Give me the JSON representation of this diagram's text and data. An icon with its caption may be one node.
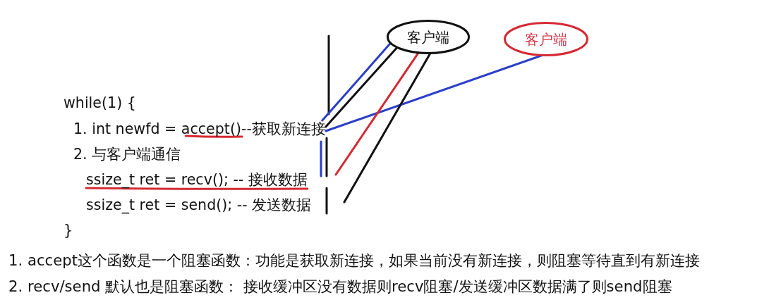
{
  "diagram": {
    "nodes": [
      {
        "text": [
          "客户端"
        ]
      },
      {
        "text": [
          "客户端"
        ]
      },
      {
        "text": [
          "1. int newfd = accept()--获取新连接"
        ]
      }
    ],
    "edges": [
      {
        "from": 0,
        "to": 2,
        "arrow": "none",
        "color": "#2b3ec9"
      },
      {
        "from": 0,
        "to": 2,
        "arrow": "none",
        "color": "#111111"
      },
      {
        "from": 1,
        "to": 2,
        "arrow": "none",
        "color": "#2b3ec9"
      },
      {
        "from": 0,
        "to": null,
        "arrow": "none",
        "color": "#d42a33"
      },
      {
        "from": 0,
        "to": null,
        "arrow": "none",
        "color": "#111111"
      }
    ],
    "labels": [
      "while(1) {",
      "2. 与客户端通信",
      "ssize_t ret = recv(); -- 接收数据",
      "ssize_t ret = send(); -- 发送数据",
      "}",
      "1. accept这个函数是一个阻塞函数：功能是获取新连接，如果当前没有新连接，则阻塞等待直到有新连接",
      "2. recv/send 默认也是阻塞函数： 接收缓冲区没有数据则recv阻塞/发送缓冲区数据满了则send阻塞"
    ]
  }
}
